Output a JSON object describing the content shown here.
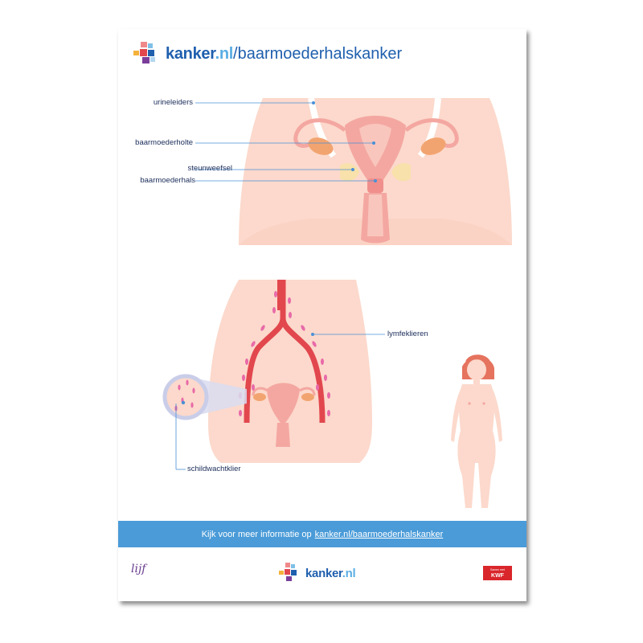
{
  "header": {
    "brand": "kanker",
    "brand_tld": ".nl",
    "path": "/baarmoederhalskanker"
  },
  "labels": {
    "urineleiders": "urineleiders",
    "baarmoederholte": "baarmoederholte",
    "steunweefsel": "steunweefsel",
    "baarmoederhals": "baarmoederhals",
    "lymfeklieren": "lymfeklieren",
    "schildwachtklier": "schildwachtklier"
  },
  "banner": {
    "text": "Kijk voor meer informatie op",
    "link": "kanker.nl/baarmoederhalskanker"
  },
  "footer": {
    "left_logo": "lijf",
    "center_brand": "kanker",
    "center_tld": ".nl",
    "right_logo": "KWF",
    "right_logo_small": "Samen met"
  },
  "colors": {
    "skin": "#fcd9cc",
    "skin_dark": "#f6c2b3",
    "organ": "#f4a7a1",
    "ovary": "#f2a470",
    "vessel": "#e2474e",
    "brand_blue": "#1f5fae",
    "banner_blue": "#4a9bd8",
    "leader_line": "#4a90d6"
  }
}
